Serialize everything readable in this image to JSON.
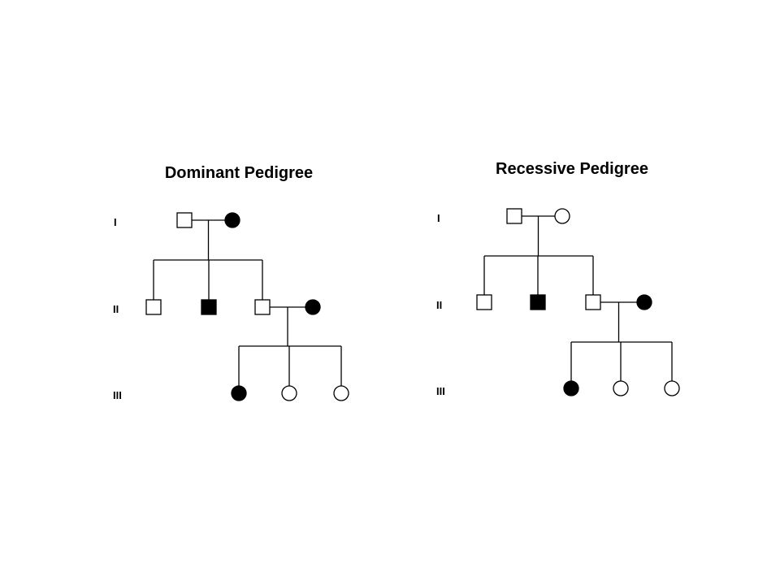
{
  "colors": {
    "affected": "#000000",
    "unaffected": "#ffffff",
    "line": "#000000"
  },
  "pedigrees": [
    {
      "title": "Dominant Pedigree",
      "generation_labels": [
        "I",
        "II",
        "III"
      ],
      "individuals": [
        {
          "id": "I-1",
          "generation": "I",
          "sex": "male",
          "affected": false
        },
        {
          "id": "I-2",
          "generation": "I",
          "sex": "female",
          "affected": true
        },
        {
          "id": "II-1",
          "generation": "II",
          "sex": "male",
          "affected": false
        },
        {
          "id": "II-2",
          "generation": "II",
          "sex": "male",
          "affected": true
        },
        {
          "id": "II-3",
          "generation": "II",
          "sex": "male",
          "affected": false
        },
        {
          "id": "II-4",
          "generation": "II",
          "sex": "female",
          "affected": true
        },
        {
          "id": "III-1",
          "generation": "III",
          "sex": "female",
          "affected": true
        },
        {
          "id": "III-2",
          "generation": "III",
          "sex": "female",
          "affected": false
        },
        {
          "id": "III-3",
          "generation": "III",
          "sex": "female",
          "affected": false
        }
      ],
      "matings": [
        {
          "partners": [
            "I-1",
            "I-2"
          ],
          "children": [
            "II-1",
            "II-2",
            "II-3"
          ]
        },
        {
          "partners": [
            "II-3",
            "II-4"
          ],
          "children": [
            "III-1",
            "III-2",
            "III-3"
          ]
        }
      ]
    },
    {
      "title": "Recessive Pedigree",
      "generation_labels": [
        "I",
        "II",
        "III"
      ],
      "individuals": [
        {
          "id": "I-1",
          "generation": "I",
          "sex": "male",
          "affected": false
        },
        {
          "id": "I-2",
          "generation": "I",
          "sex": "female",
          "affected": false
        },
        {
          "id": "II-1",
          "generation": "II",
          "sex": "male",
          "affected": false
        },
        {
          "id": "II-2",
          "generation": "II",
          "sex": "male",
          "affected": true
        },
        {
          "id": "II-3",
          "generation": "II",
          "sex": "male",
          "affected": false
        },
        {
          "id": "II-4",
          "generation": "II",
          "sex": "female",
          "affected": true
        },
        {
          "id": "III-1",
          "generation": "III",
          "sex": "female",
          "affected": true
        },
        {
          "id": "III-2",
          "generation": "III",
          "sex": "female",
          "affected": false
        },
        {
          "id": "III-3",
          "generation": "III",
          "sex": "female",
          "affected": false
        }
      ],
      "matings": [
        {
          "partners": [
            "I-1",
            "I-2"
          ],
          "children": [
            "II-1",
            "II-2",
            "II-3"
          ]
        },
        {
          "partners": [
            "II-3",
            "II-4"
          ],
          "children": [
            "III-1",
            "III-2",
            "III-3"
          ]
        }
      ]
    }
  ]
}
